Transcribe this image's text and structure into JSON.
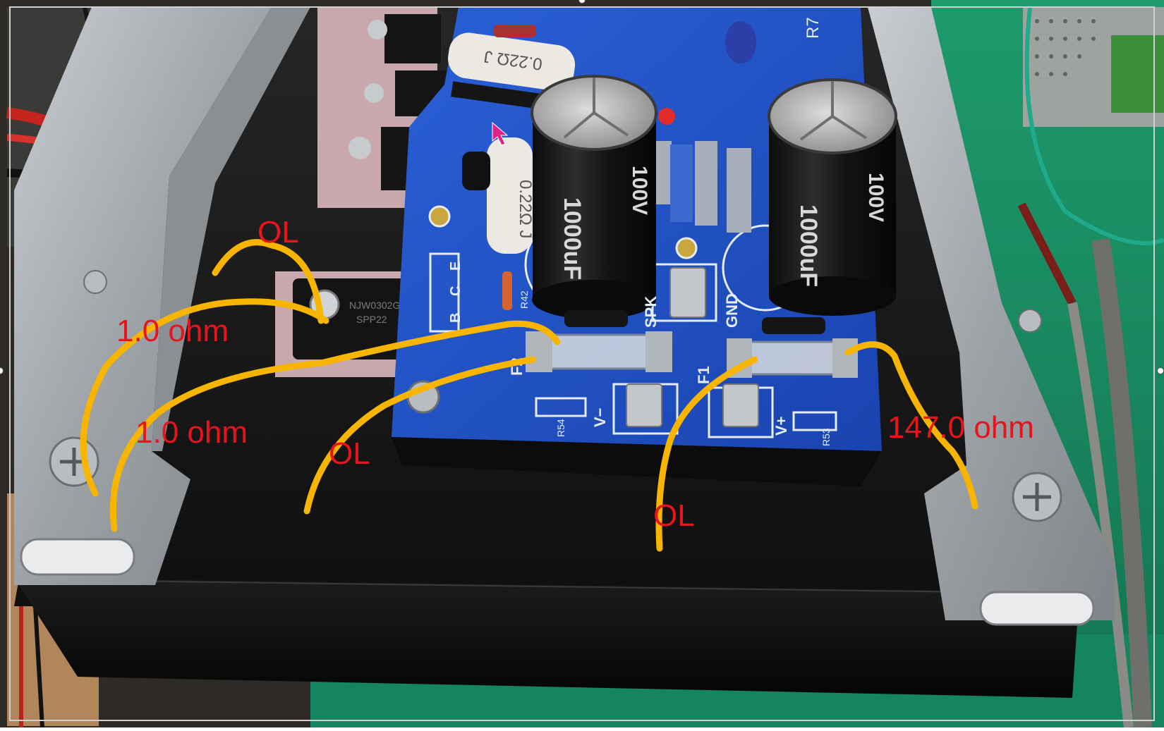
{
  "annotations": {
    "ol_top": "OL",
    "one_ohm_a": "1.0 ohm",
    "one_ohm_b": "1.0 ohm",
    "ol_mid": "OL",
    "ol_bottom": "OL",
    "one_forty_seven_ohm": "147.0 ohm"
  },
  "components": {
    "resistor_upper": "0.22Ω J",
    "resistor_lower": "0.22Ω J",
    "cap_left_value": "1000uF",
    "cap_left_voltage": "100V",
    "cap_right_value": "1000uF",
    "cap_right_voltage": "100V",
    "transistor_part": "NJW0302G",
    "transistor_code": "SPP22",
    "label_spk": "SPK",
    "label_gnd": "GND",
    "label_f1": "F1",
    "label_f2": "F2",
    "label_vminus": "V−",
    "label_vplus": "V+",
    "label_r42": "R42",
    "label_r53": "R53",
    "label_r54": "R54",
    "label_r7": "R7",
    "label_b": "B",
    "label_c": "C",
    "label_e": "E"
  },
  "colors": {
    "annotation_text": "#e8141c",
    "trace_line": "#f7b500",
    "pcb_blue": "#1e4fc4",
    "heatsink": "#171717",
    "bracket": "#a9adb1",
    "bench_green": "#1a8a62",
    "bench_wood": "#b0865a"
  }
}
